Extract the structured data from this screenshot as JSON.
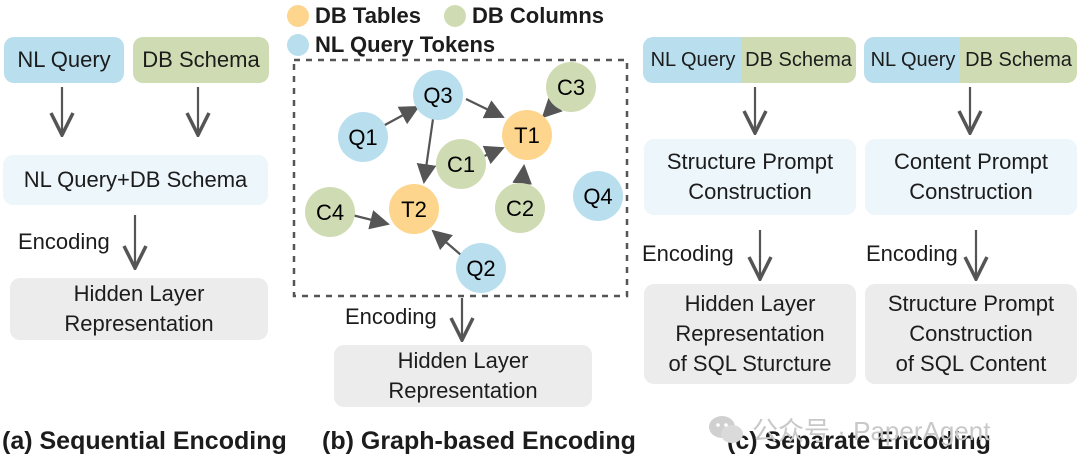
{
  "colors": {
    "nl_query": "#b9dfee",
    "db_schema": "#cfdcb3",
    "table_node": "#fdd58c",
    "column_node": "#cfdcb3",
    "token_node": "#b9dfee",
    "arrow": "#555555"
  },
  "legend": {
    "tables": "DB Tables",
    "columns": "DB Columns",
    "tokens": "NL Query Tokens"
  },
  "panel_a": {
    "nl_query": "NL Query",
    "db_schema": "DB Schema",
    "combined": "NL Query+DB Schema",
    "encoding": "Encoding",
    "hidden_1": "Hidden Layer",
    "hidden_2": "Representation",
    "caption": "(a) Sequential Encoding"
  },
  "panel_b": {
    "nodes": {
      "q1": "Q1",
      "q2": "Q2",
      "q3": "Q3",
      "q4": "Q4",
      "t1": "T1",
      "t2": "T2",
      "c1": "C1",
      "c2": "C2",
      "c3": "C3",
      "c4": "C4"
    },
    "encoding": "Encoding",
    "hidden_1": "Hidden Layer",
    "hidden_2": "Representation",
    "caption": "(b) Graph-based Encoding"
  },
  "panel_c": {
    "left": {
      "nl_query": "NL Query",
      "db_schema": "DB Schema",
      "prompt_1": "Structure Prompt",
      "prompt_2": "Construction",
      "encoding": "Encoding",
      "out_1": "Hidden Layer",
      "out_2": "Representation",
      "out_3": "of SQL Sturcture"
    },
    "right": {
      "nl_query": "NL Query",
      "db_schema": "DB Schema",
      "prompt_1": "Content Prompt",
      "prompt_2": "Construction",
      "encoding": "Encoding",
      "out_1": "Structure Prompt",
      "out_2": "Construction",
      "out_3": "of SQL Content"
    },
    "caption": "(c) Separate Encoding"
  },
  "watermark": "公众号 · PaperAgent"
}
